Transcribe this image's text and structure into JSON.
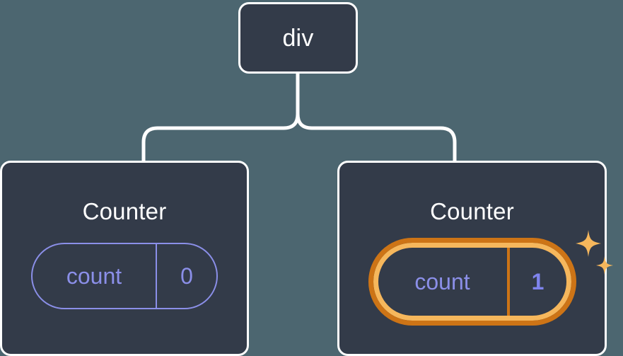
{
  "diagram": {
    "type": "component-tree",
    "background_color": "#4c6670",
    "node_fill_color": "#333b49",
    "node_border_color": "#ffffff",
    "connector_color": "#ffffff",
    "state_color": "#8b8fe8",
    "highlight_outer_color": "#cd7416",
    "highlight_inner_color": "#f6b75c",
    "highlight_value_color": "#7f84ee",
    "sparkle_color": "#f6b75c"
  },
  "root": {
    "label": "div"
  },
  "children": [
    {
      "title": "Counter",
      "state_key": "count",
      "state_value": "0",
      "highlighted": false
    },
    {
      "title": "Counter",
      "state_key": "count",
      "state_value": "1",
      "highlighted": true
    }
  ]
}
